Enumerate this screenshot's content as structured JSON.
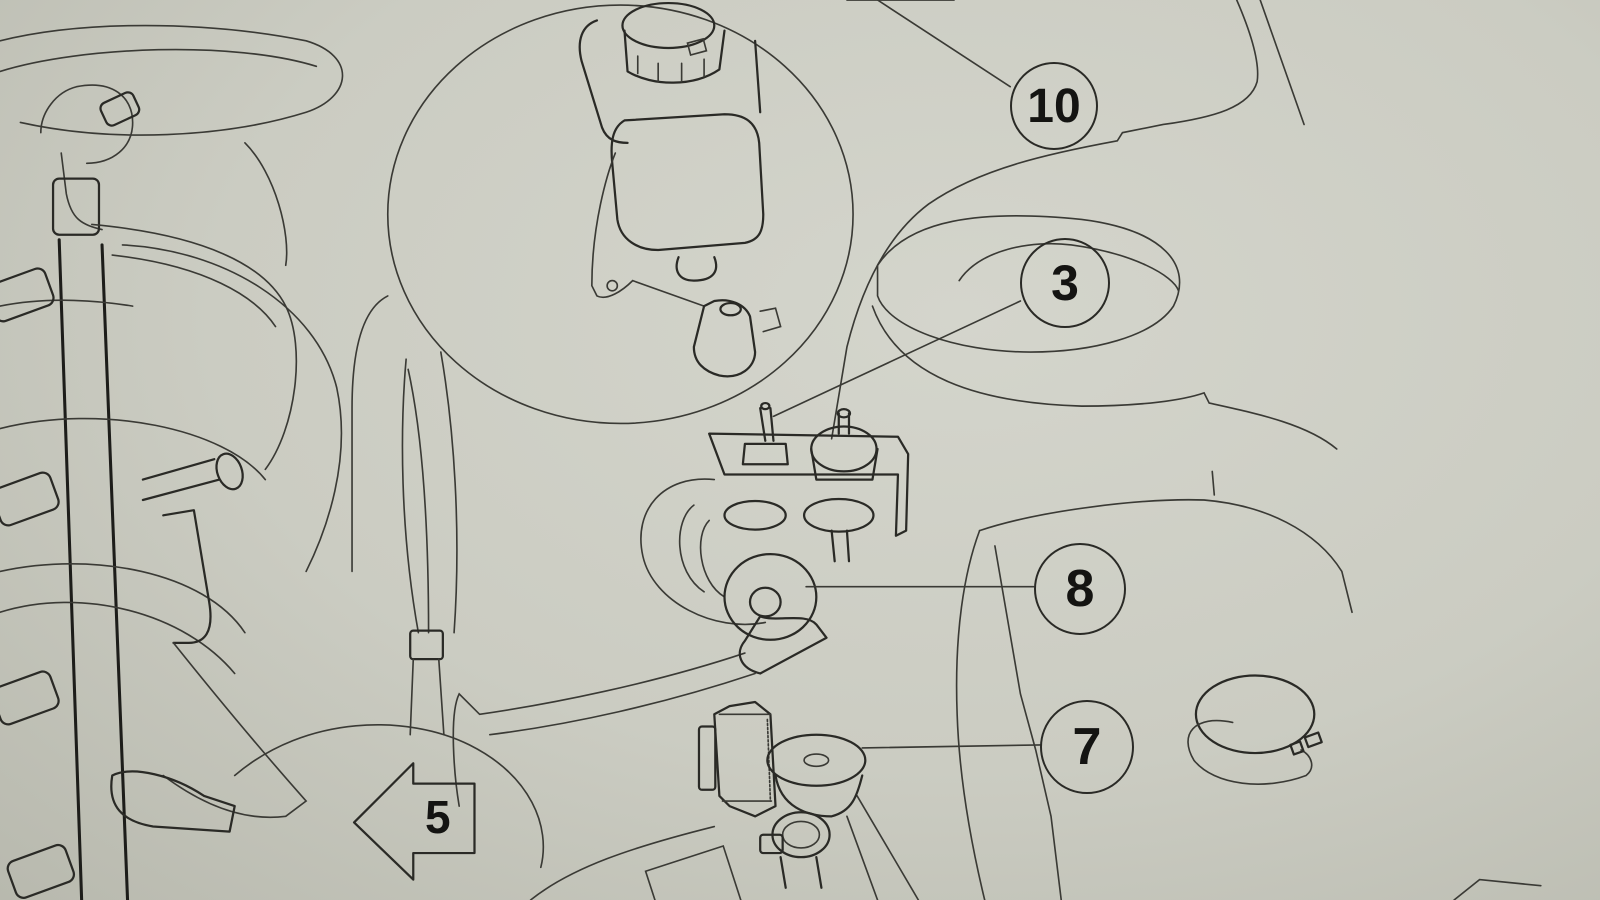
{
  "diagram": {
    "type": "technical line drawing (engine bay component locations)",
    "background_color": "#cbccc2",
    "line_color": "#2a2a26",
    "callouts": [
      {
        "id": "callout-10",
        "label": "10",
        "target": "upper line leading off top edge"
      },
      {
        "id": "callout-3",
        "label": "3",
        "target": "switch terminals on bracket"
      },
      {
        "id": "callout-8",
        "label": "8",
        "target": "cylindrical component below bracket"
      },
      {
        "id": "callout-7",
        "label": "7",
        "target": "fuse / grommet plug"
      }
    ],
    "arrow_marker": {
      "label": "5",
      "direction": "left"
    },
    "components": [
      "brake fluid reservoir / master cylinder (inset circle)",
      "switch bracket with two terminals",
      "cylindrical connector with hose",
      "inline fuse",
      "rubber grommet plug",
      "round cap",
      "hoses and pipes with unions on left side"
    ]
  }
}
